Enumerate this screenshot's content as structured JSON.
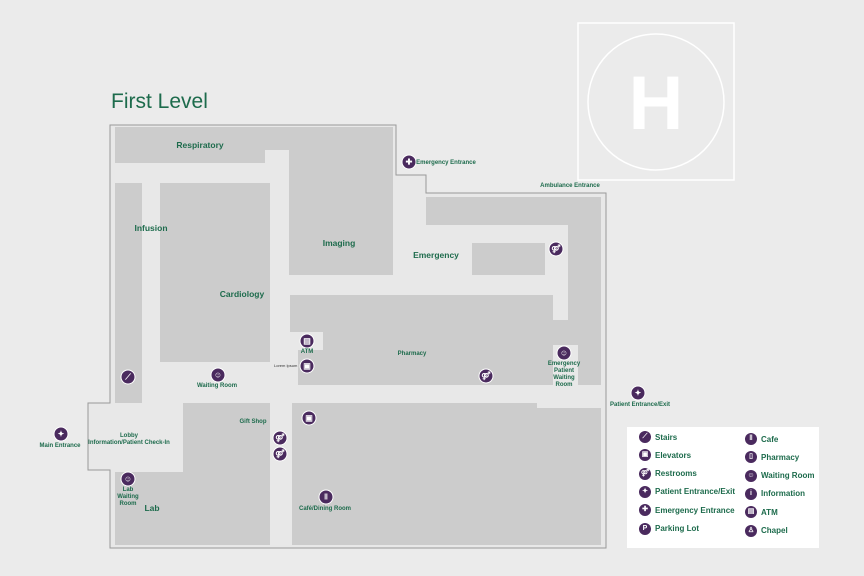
{
  "title": "First Level",
  "colors": {
    "accent": "#1d6b4c",
    "icon": "#4a2a5e",
    "room": "#cccccc",
    "corridor": "#e8e8e8"
  },
  "helipad": {
    "letter": "H"
  },
  "rooms": {
    "respiratory": "Respiratory",
    "infusion": "Infusion",
    "imaging": "Imaging",
    "emergency": "Emergency",
    "cardiology": "Cardiology",
    "pharmacy": "Pharmacy",
    "lab": "Lab"
  },
  "labels": {
    "emergency_entrance": "Emergency Entrance",
    "ambulance_entrance": "Ambulance Entrance",
    "atm": "ATM",
    "lorem": "Lorem Ipsum",
    "waiting_room": "Waiting Room",
    "er_waiting": "Emergency Patient Waiting Room",
    "patient_entrance": "Patient Entrance/Exit",
    "main_entrance": "Main Entrance",
    "lobby": "Lobby",
    "lobby_sub": "Information/Patient Check-In",
    "gift_shop": "Gift Shop",
    "lab_waiting": "Lab Waiting Room",
    "cafe": "Café/Dining Room"
  },
  "legend": [
    {
      "icon": "stairs-icon",
      "glyph": "⟋",
      "label": "Stairs"
    },
    {
      "icon": "elevator-icon",
      "glyph": "▣",
      "label": "Elevators"
    },
    {
      "icon": "restroom-icon",
      "glyph": "⚤",
      "label": "Restrooms"
    },
    {
      "icon": "walking-person-icon",
      "glyph": "✦",
      "label": "Patient Entrance/Exit"
    },
    {
      "icon": "cross-icon",
      "glyph": "✚",
      "label": "Emergency Entrance"
    },
    {
      "icon": "parking-icon",
      "glyph": "P",
      "label": "Parking Lot"
    },
    {
      "icon": "fork-knife-icon",
      "glyph": "‖",
      "label": "Cafe"
    },
    {
      "icon": "pharmacy-icon",
      "glyph": "▯",
      "label": "Pharmacy"
    },
    {
      "icon": "waiting-room-icon",
      "glyph": "☺",
      "label": "Waiting Room"
    },
    {
      "icon": "information-icon",
      "glyph": "i",
      "label": "Information"
    },
    {
      "icon": "atm-icon",
      "glyph": "▤",
      "label": "ATM"
    },
    {
      "icon": "chapel-icon",
      "glyph": "♙",
      "label": "Chapel"
    }
  ]
}
